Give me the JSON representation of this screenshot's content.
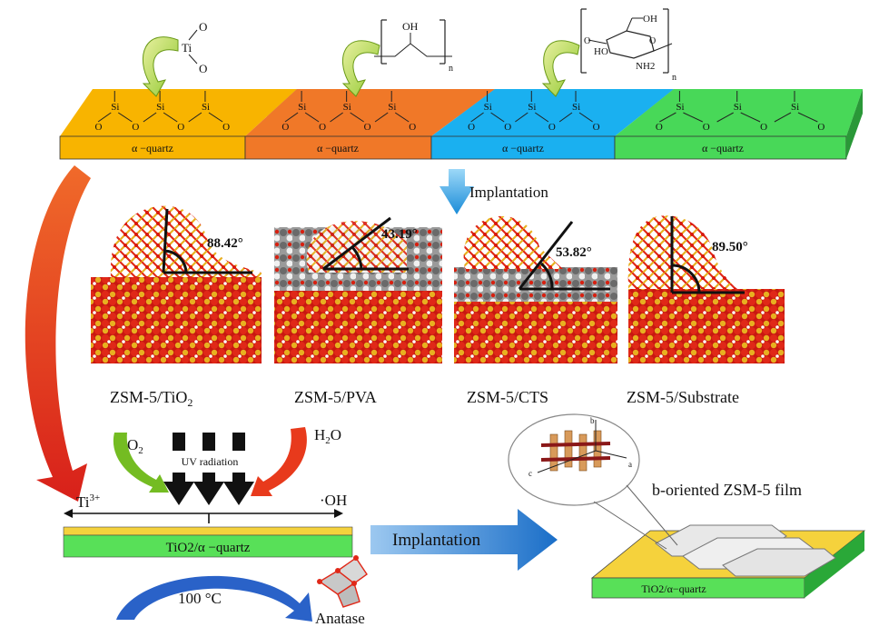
{
  "substrates": [
    {
      "label": "α −quartz",
      "color": "#f8b400",
      "molecule": "TiO2"
    },
    {
      "label": "α −quartz",
      "color": "#f07828",
      "molecule": "PVA"
    },
    {
      "label": "α −quartz",
      "color": "#1ab0f0",
      "molecule": "CTS"
    },
    {
      "label": "α −quartz",
      "color": "#48d858",
      "molecule": "none"
    }
  ],
  "surface_atoms": {
    "si": "Si",
    "o": "O"
  },
  "molecules": {
    "tio2_ti": "Ti",
    "tio2_o": "O",
    "pva_oh": "OH",
    "pva_n": "n",
    "cts_oh": "OH",
    "cts_ho": "HO",
    "cts_nh2": "NH2",
    "cts_o": "O",
    "cts_n": "n"
  },
  "implantation_top": "Implantation",
  "models": [
    {
      "label": "ZSM-5/TiO",
      "label_sub": "2",
      "angle": "88.42°"
    },
    {
      "label": "ZSM-5/PVA",
      "label_sub": "",
      "angle": "43.19°"
    },
    {
      "label": "ZSM-5/CTS",
      "label_sub": "",
      "angle": "53.82°"
    },
    {
      "label": "ZSM-5/Substrate",
      "label_sub": "",
      "angle": "89.50°"
    }
  ],
  "bottom": {
    "o2": "O",
    "o2_sub": "2",
    "h2o_h": "H",
    "h2o_sub": "2",
    "h2o_o": "O",
    "uv": "UV radiation",
    "ti3": "Ti",
    "ti3_sup": "3+",
    "oh": "·OH",
    "substrate_label": "TiO2/α −quartz",
    "temp": "100 °C",
    "anatase": "Anatase",
    "implantation": "Implantation",
    "film_label": "b-oriented ZSM-5 film",
    "film_substrate": "TiO2/α−quartz",
    "axis_a": "a",
    "axis_b": "b",
    "axis_c": "c"
  },
  "colors": {
    "orange_arrow": "#e8401c",
    "green_arrow": "#8cc21c",
    "blue_arrow": "#3a8cd8",
    "yellow": "#f5d23c",
    "green": "#58e058"
  }
}
